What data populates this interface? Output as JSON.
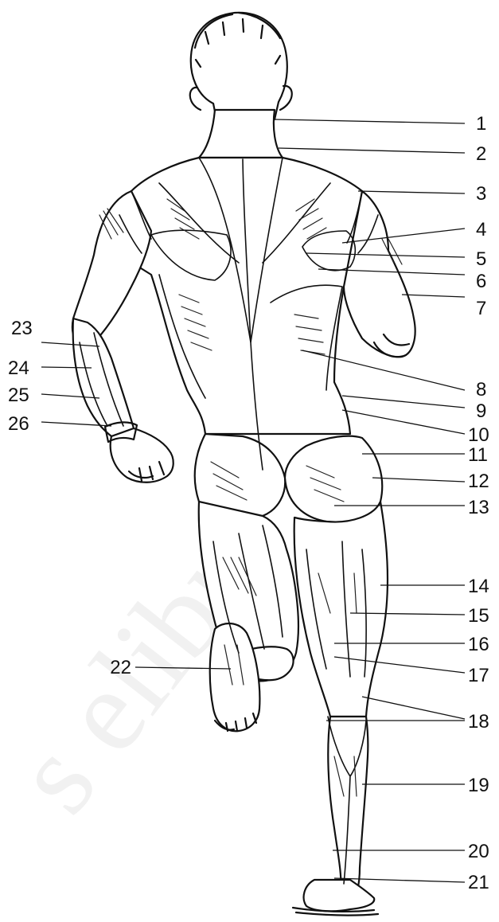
{
  "watermark": "s elibra",
  "labels": [
    {
      "id": 1,
      "text": "1"
    },
    {
      "id": 2,
      "text": "2"
    },
    {
      "id": 3,
      "text": "3"
    },
    {
      "id": 4,
      "text": "4"
    },
    {
      "id": 5,
      "text": "5"
    },
    {
      "id": 6,
      "text": "6"
    },
    {
      "id": 7,
      "text": "7"
    },
    {
      "id": 8,
      "text": "8"
    },
    {
      "id": 9,
      "text": "9"
    },
    {
      "id": 10,
      "text": "10"
    },
    {
      "id": 11,
      "text": "11"
    },
    {
      "id": 12,
      "text": "12"
    },
    {
      "id": 13,
      "text": "13"
    },
    {
      "id": 14,
      "text": "14"
    },
    {
      "id": 15,
      "text": "15"
    },
    {
      "id": 16,
      "text": "16"
    },
    {
      "id": 17,
      "text": "17"
    },
    {
      "id": 18,
      "text": "18"
    },
    {
      "id": 19,
      "text": "19"
    },
    {
      "id": 20,
      "text": "20"
    },
    {
      "id": 21,
      "text": "21"
    },
    {
      "id": 22,
      "text": "22"
    },
    {
      "id": 23,
      "text": "23"
    },
    {
      "id": 24,
      "text": "24"
    },
    {
      "id": 25,
      "text": "25"
    },
    {
      "id": 26,
      "text": "26"
    }
  ]
}
